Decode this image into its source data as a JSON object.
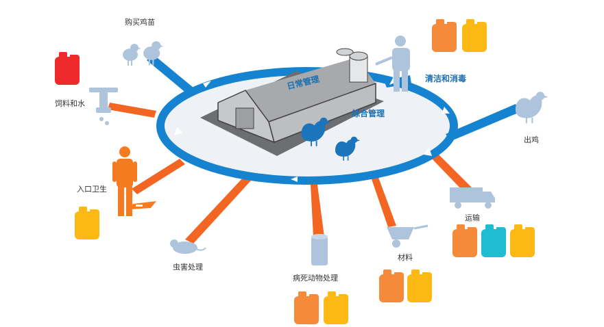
{
  "diagram": {
    "center_labels": {
      "daily_management": "日常管理",
      "integrated_management": "综合管理"
    },
    "nodes": {
      "buy_chicks": "购买鸡苗",
      "feed_water": "饲料和水",
      "entrance_hygiene": "入口卫生",
      "pest_control": "虫害处理",
      "dead_animal": "病死动物处理",
      "materials": "材料",
      "transport": "运输",
      "out_chicken": "出鸡",
      "clean_disinfect": "清洁和消毒"
    }
  },
  "colors": {
    "ring_blue": "#1583cf",
    "spoke_orange": "#f26522",
    "silhouette": "#aec4dd",
    "person_orange": "#f47b20",
    "bottle_red": "#ee2a2a",
    "bottle_orange": "#f58a3a",
    "bottle_yellow": "#fdb913",
    "bottle_cyan": "#1fbcd2",
    "hen_blue": "#1b75bc"
  }
}
